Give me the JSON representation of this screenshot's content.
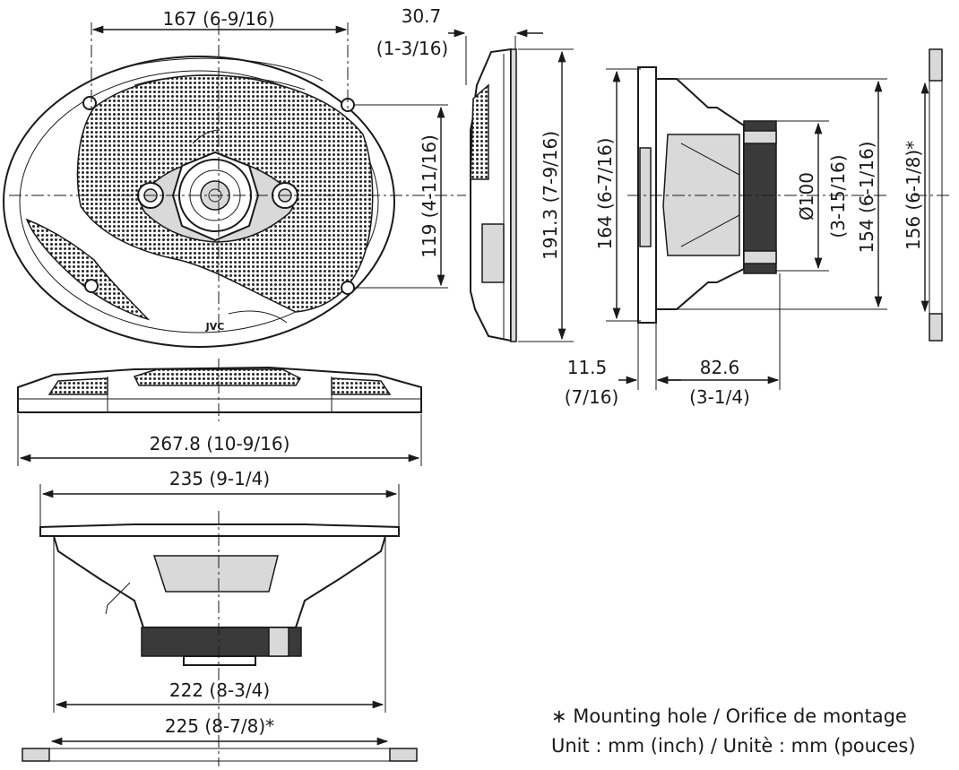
{
  "brand": "JVC",
  "dimensions": {
    "top_width": {
      "mm": "167",
      "inch": "(6-9/16)"
    },
    "grille_depth": {
      "mm": "30.7",
      "inch": "(1-3/16)"
    },
    "hole_spacing_v": "119 (4-11/16)",
    "overall_height": "191.3 (7-9/16)",
    "basket_height": "164 (6-7/16)",
    "magnet_diameter": {
      "mm": "Ø100",
      "inch": "(3-15/16)"
    },
    "cutout_height": "154 (6-1/16)",
    "mount_hole_height": "156 (6-1/8)*",
    "flange_depth": {
      "mm": "11.5",
      "inch": "(7/16)"
    },
    "mount_depth": {
      "mm": "82.6",
      "inch": "(3-1/4)"
    },
    "overall_width": "267.8 (10-9/16)",
    "flange_width": "235 (9-1/4)",
    "cutout_width": "222 (8-3/4)",
    "mount_hole_width": "225 (8-7/8)*"
  },
  "notes": {
    "mounting_hole": "∗ Mounting hole / Orifice de montage",
    "unit": "Unit : mm (inch) / Unitè : mm (pouces)"
  }
}
